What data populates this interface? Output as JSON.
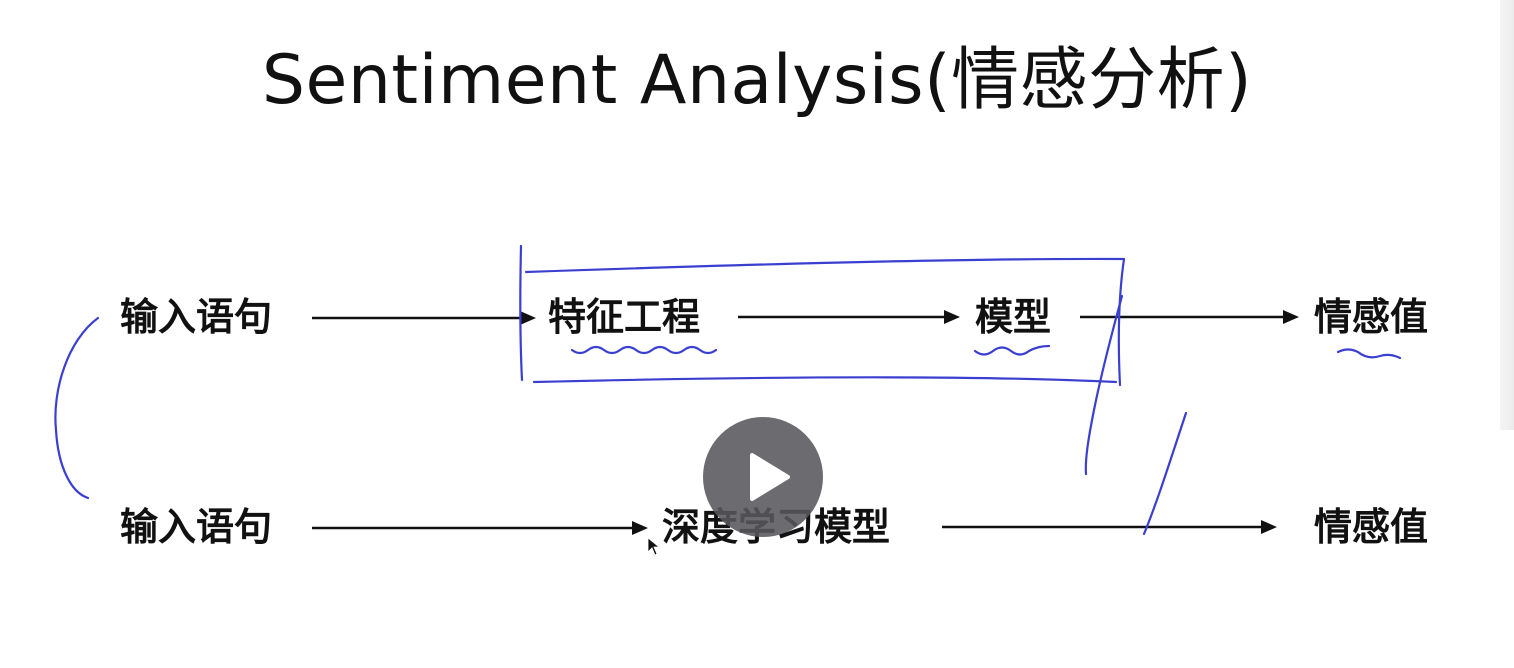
{
  "title": "Sentiment Analysis(情感分析)",
  "row1": {
    "input": "输入语句",
    "feature": "特征工程",
    "model": "模型",
    "output": "情感值"
  },
  "row2": {
    "input": "输入语句",
    "model": "深度学习模型",
    "output": "情感值"
  },
  "colors": {
    "ink": "#3a3fd0",
    "text": "#111111",
    "play_button": "#58585c"
  },
  "video_control": {
    "icon": "play-icon"
  }
}
